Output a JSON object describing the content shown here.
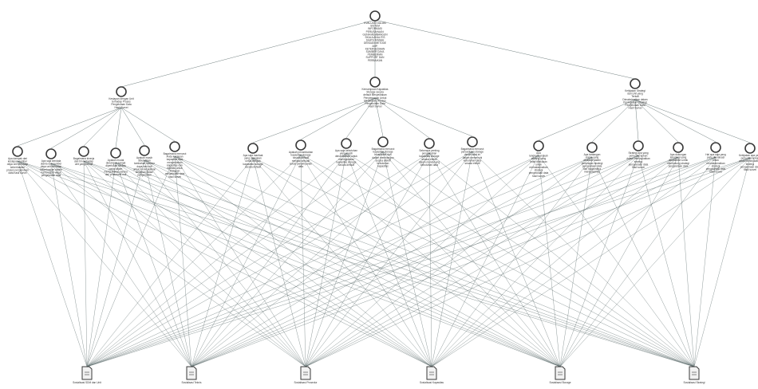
{
  "diagram": {
    "type": "AHP hierarchy (goal, criteria, sub-criteria, alternatives)",
    "colors": {
      "edge": "#5a6b6b",
      "node_stroke": "#3a3a3a",
      "node_fill": "#ffffff",
      "doc_fill": "#f2f2f2"
    },
    "goal": {
      "label": "EVALUASI DALAM SISTEM INFORMASI PERUSAHAAN: GUNA MEMBANGUN SKALA ANALITIS SUATU RANAH DENGAN METODE AHP, KETERSEDIAAN SUMBER DAYA PEMBERIAN SUPPORT DAN PERBAIKAN"
    },
    "criteria": [
      {
        "id": "c1",
        "label": "Kesiapan dengan Unit terhadap Proses Pengelolaan Data Hasil Survei"
      },
      {
        "id": "c2",
        "label": "Kemampuan Kapasitas Storage secara default Menyediakan Penyimpanan Untuk Mendukung Proses Pengelolaan Data Hasil Survei"
      },
      {
        "id": "c3",
        "label": "Kebijakan Strategi dari Unit yang Terkait Dimaksimalkan dalam Peningkatan Strategi Pengelolaan Data Hasil Survei"
      }
    ],
    "subcriteria": [
      {
        "parent": 0,
        "label": "Apa dampak dari kesiapan sumber daya unit terhadap keberhasilan proses pengelolaan data hasil survei"
      },
      {
        "parent": 0,
        "label": "Apa saja kendala utama dari sumber daya unit terhadap keberhasilan dalam hal tersebut untuk pengelolaan data"
      },
      {
        "parent": 0,
        "label": "Bagaimana kinerja dari tim terhadap unit yang terkait"
      },
      {
        "parent": 0,
        "label": "Apakah modal dukungan sangat diperlukan secara pada dalam menyediakan sarana dan prasarana unit"
      },
      {
        "parent": 0,
        "label": "Apakah masih dibutuhkan tambahan sumber daya dari unit untuk meningkatkan kesiapan dalam pengelolaan"
      },
      {
        "parent": 0,
        "label": "Bagaimana menurut Anda kesiapan kapasitas data menyediakan kapasitas dan fasilitas untuk kesiapan pengelolaan data hasil survei"
      },
      {
        "parent": 1,
        "label": "Apa saja manfaat yang dirasakan untuk dengan kapasitas storage secara default"
      },
      {
        "parent": 1,
        "label": "Apakah penambahan kapasitas storage secara default menjadi sebuah solusi penyimpanan data"
      },
      {
        "parent": 1,
        "label": "Apa saja kebutuhan yang masih dimanfaatkan untuk meningkatkan kapasitas storage secara default"
      },
      {
        "parent": 1,
        "label": "Bagaimana menurut kapasitas storage bersumber dari dalam membangun secara efektif kebutuhan kapasitas"
      },
      {
        "parent": 1,
        "label": "Seberapa penting penambahan kapasitas storage secara efektif dalam mendukung kebutuhan data"
      },
      {
        "parent": 1,
        "label": "Bagaimana menurut penyediaan storage server saat ini dalam memenuhi kebutuhan data secara efektif"
      },
      {
        "parent": 2,
        "label": "Apa langkah-langkah strategi yang telah dilakukan untuk memaksimalkan strategi pengelolaan data hasil survei"
      },
      {
        "parent": 2,
        "label": "Apa tantangan utama yang dihadapi dalam penerapan strategi pengelolaan data dan bagaimana mengatasinya"
      },
      {
        "parent": 2,
        "label": "Strategi apa yang perlu diterapkan dalam meningkatkan strategi pengelolaan data hasil survei"
      },
      {
        "parent": 2,
        "label": "Apa dukungan teknologi yang dibutuhkan untuk mendukung strategi pengelolaan data"
      },
      {
        "parent": 2,
        "label": "Hal apa saja yang perlu dievaluasi untuk memaksimalkan strategi pengelolaan data hasil survei"
      },
      {
        "parent": 2,
        "label": "Kebijakan apa yang perlu diterapkan untuk meningkatkan strategi pengelolaan data hasil survei"
      }
    ],
    "alternatives": [
      {
        "label": "Sosialisasi SDM dan Unit"
      },
      {
        "label": "Sosialisasi Teknis"
      },
      {
        "label": "Sosialisasi Prosedur"
      },
      {
        "label": "Sosialisasi Kapasitas"
      },
      {
        "label": "Sosialisasi Storage"
      },
      {
        "label": "Sosialisasi Strategi"
      }
    ]
  }
}
